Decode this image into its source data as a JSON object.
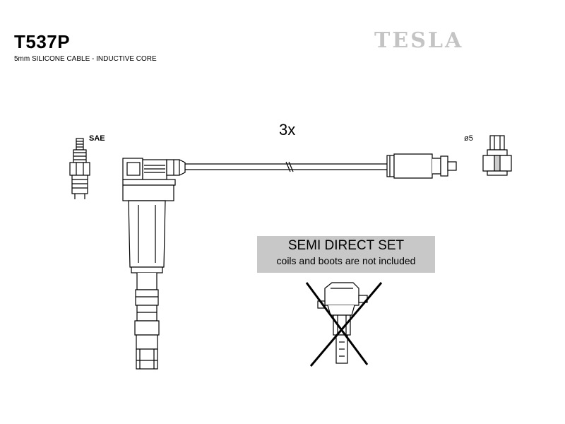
{
  "header": {
    "part_number": "T537P",
    "description": "5mm SILICONE CABLE - INDUCTIVE CORE",
    "brand": "TESLA"
  },
  "diagram": {
    "quantity_label": "3x",
    "spark_plug_label": "SAE",
    "terminal_label": "ø5"
  },
  "notice": {
    "heading": "SEMI DIRECT SET",
    "text": "coils and boots are not included"
  },
  "colors": {
    "brand": "#c4c4c4",
    "notice_bg": "#c8c8c8",
    "line": "#000000"
  }
}
